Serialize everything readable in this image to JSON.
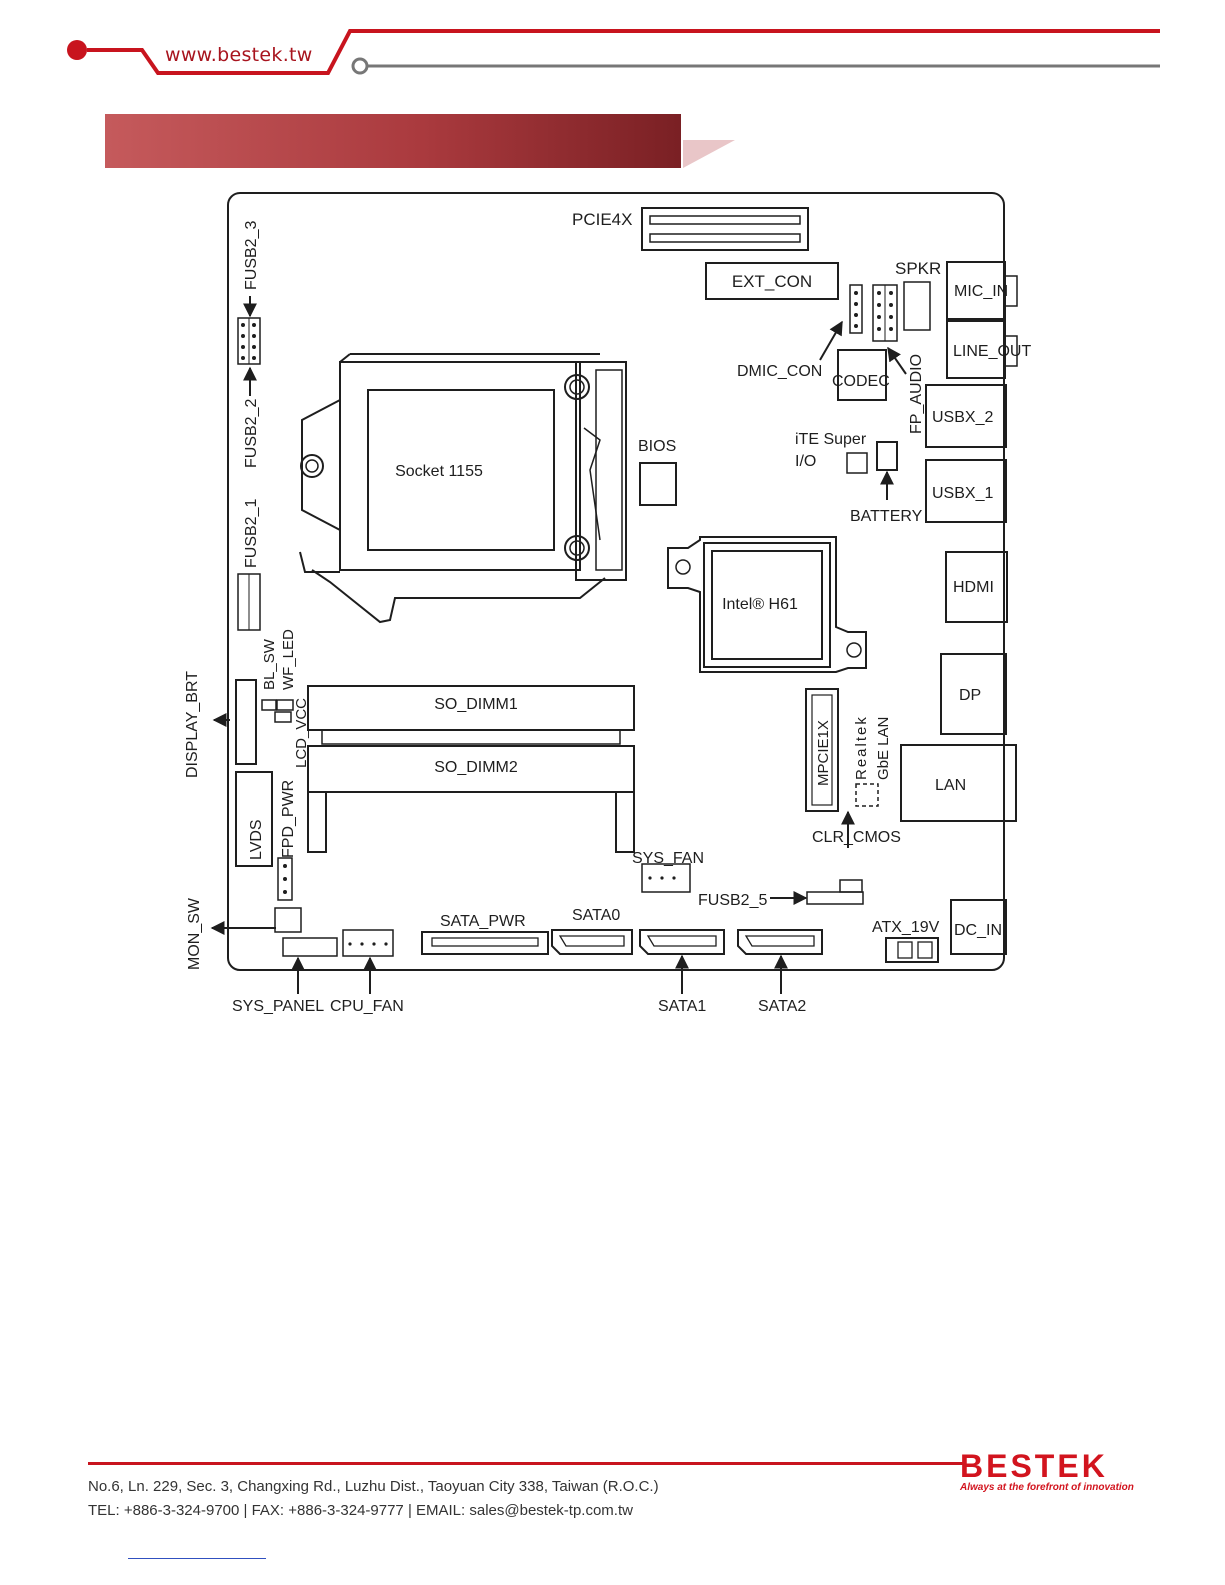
{
  "header": {
    "url": "www.bestek.tw",
    "accent": "#c8141e",
    "gray": "#777777"
  },
  "diagram": {
    "labels": {
      "pcie4x": "PCIE4X",
      "ext_con": "EXT_CON",
      "spkr": "SPKR",
      "mic_in": "MIC_IN",
      "line_out": "LINE_OUT",
      "dmic_con": "DMIC_CON",
      "codec": "CODEC",
      "fp_audio": "FP_AUDIO",
      "usbx_2": "USBX_2",
      "usbx_1": "USBX_1",
      "ite_super": "iTE Super",
      "io": "I/O",
      "battery": "BATTERY",
      "bios": "BIOS",
      "socket": "Socket 1155",
      "chipset": "Intel® H61",
      "hdmi": "HDMI",
      "dp": "DP",
      "lan": "LAN",
      "mpcie1x": "MPCIE1X",
      "realtek": "Realtek",
      "gbe_lan": "GbE LAN",
      "clr_cmos": "CLR_CMOS",
      "so_dimm1": "SO_DIMM1",
      "so_dimm2": "SO_DIMM2",
      "fusb2_3": "FUSB2_3",
      "fusb2_2": "FUSB2_2",
      "fusb2_1": "FUSB2_1",
      "bl_sw": "BL_SW",
      "wf_led": "WF_LED",
      "lcd_vcc": "LCD_VCC",
      "display_brt": "DISPLAY_BRT",
      "lvds": "LVDS",
      "fpd_pwr": "FPD_PWR",
      "mon_sw": "MON_SW",
      "sys_panel": "SYS_PANEL",
      "cpu_fan": "CPU_FAN",
      "sata_pwr": "SATA_PWR",
      "sata0": "SATA0",
      "sata1": "SATA1",
      "sata2": "SATA2",
      "sys_fan": "SYS_FAN",
      "fusb2_5": "FUSB2_5",
      "atx_19v": "ATX_19V",
      "dc_in": "DC_IN"
    }
  },
  "footer": {
    "address": "No.6, Ln. 229, Sec. 3, Changxing Rd., Luzhu Dist., Taoyuan City 338, Taiwan (R.O.C.)",
    "contact": "TEL: +886-3-324-9700 | FAX: +886-3-324-9777 | EMAIL: sales@bestek-tp.com.tw",
    "logo_text": "BESTEK",
    "tagline": "Always at the forefront of innovation"
  }
}
